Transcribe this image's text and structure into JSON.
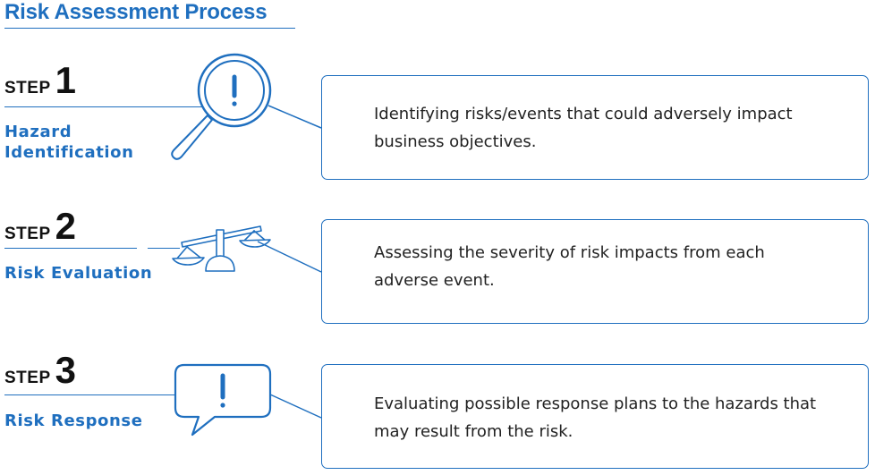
{
  "title": "Risk Assessment Process",
  "step_word": "STEP",
  "steps": [
    {
      "number": "1",
      "name_lines": [
        "Hazard",
        "Identification"
      ],
      "description": "Identifying risks/events that could adversely impact business objectives.",
      "icon": "magnifier-exclamation-icon"
    },
    {
      "number": "2",
      "name_lines": [
        "Risk Evaluation"
      ],
      "description": "Assessing the severity of risk impacts from each adverse event.",
      "icon": "balance-scale-icon"
    },
    {
      "number": "3",
      "name_lines": [
        "Risk Response"
      ],
      "description": " Evaluating possible response plans to the hazards that may result from the risk.",
      "icon": "speech-bubble-exclamation-icon"
    }
  ],
  "colors": {
    "accent": "#1f6fbf",
    "text": "#222222"
  }
}
